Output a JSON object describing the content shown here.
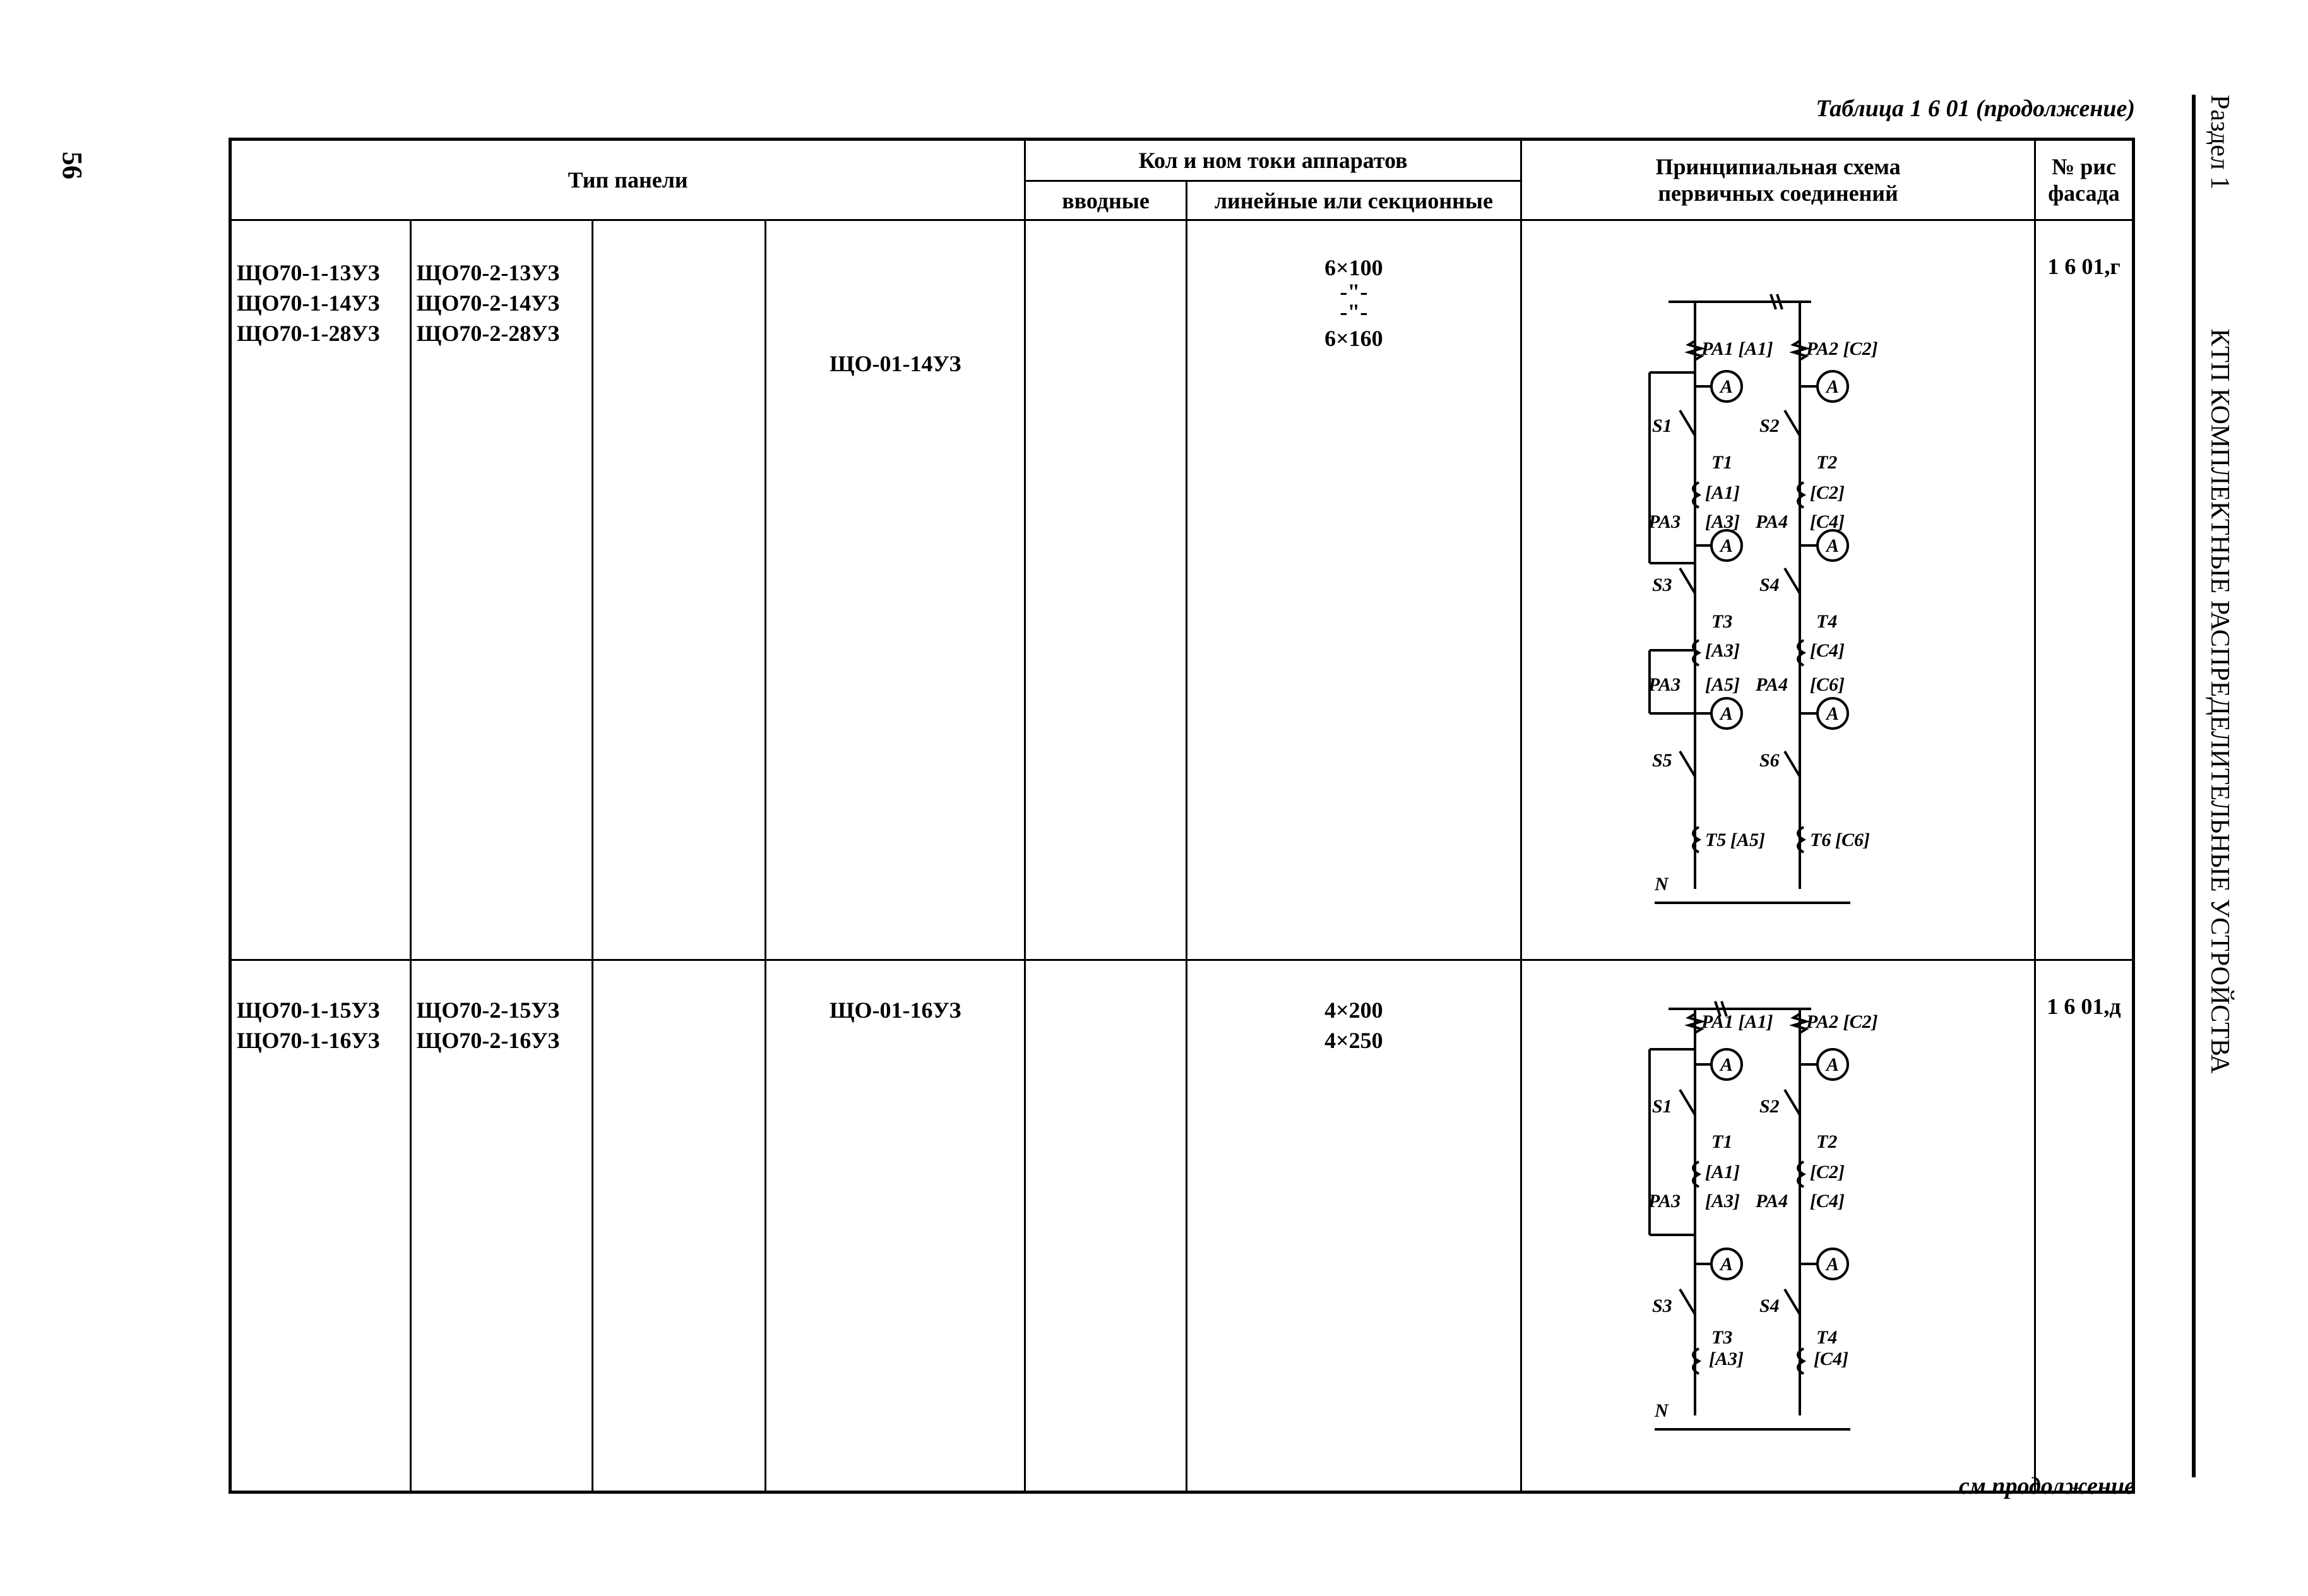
{
  "page_number": "56",
  "table_title": "Таблица 1 6 01 (продолжение)",
  "continue_note": "см продолжение",
  "side": {
    "section": "Раздел 1",
    "title": "КТП КОМПЛЕКТНЫЕ РАСПРЕДЕЛИТЕЛЬНЫЕ УСТРОЙСТВА"
  },
  "header": {
    "panel_type": "Тип панели",
    "currents": "Кол и ном токи аппаратов",
    "input": "вводные",
    "linear": "линейные или секционные",
    "scheme_l1": "Принципиальная схема",
    "scheme_l2": "первичных соединений",
    "fig_l1": "№ рис",
    "fig_l2": "фасада"
  },
  "rows": [
    {
      "col1": [
        "ЩО70-1-13УЗ",
        "ЩО70-1-14УЗ",
        "ЩО70-1-28УЗ"
      ],
      "col2": [
        "ЩО70-2-13УЗ",
        "ЩО70-2-14УЗ",
        "ЩО70-2-28УЗ"
      ],
      "panel": "ЩО-01-14УЗ",
      "linear": [
        "6×100",
        "-\"-",
        "-\"-",
        "6×160"
      ],
      "fig": "1 6 01,г"
    },
    {
      "col1": [
        "ЩО70-1-15УЗ",
        "ЩО70-1-16УЗ"
      ],
      "col2": [
        "ЩО70-2-15УЗ",
        "ЩО70-2-16УЗ"
      ],
      "panel": "ЩО-01-16УЗ",
      "linear": [
        "4×200",
        "4×250"
      ],
      "fig": "1 6 01,д"
    }
  ],
  "scheme_labels": {
    "pa1": "PA1 [A1]",
    "pa2": "PA2 [C2]",
    "pa3": "PA3",
    "pa4": "PA4",
    "s1": "S1",
    "s2": "S2",
    "s3": "S3",
    "s4": "S4",
    "s5": "S5",
    "s6": "S6",
    "t1": "T1",
    "t2": "T2",
    "t3": "T3",
    "t4": "T4",
    "t5": "T5",
    "t6": "T6",
    "a1": "[A1]",
    "a3": "[A3]",
    "a5": "[A5]",
    "c2": "[C2]",
    "c4": "[C4]",
    "c6": "[C6]",
    "amm": "A",
    "n": "N"
  }
}
